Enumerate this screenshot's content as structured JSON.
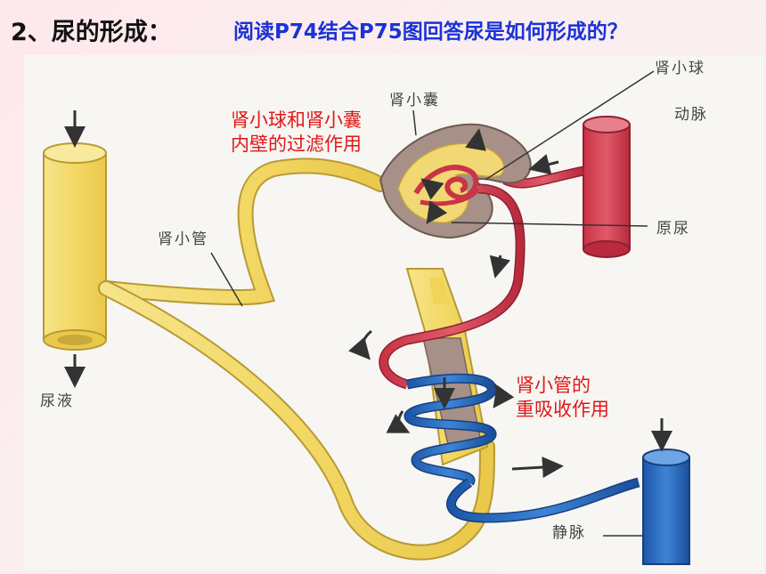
{
  "header": {
    "title": "2、尿的形成：",
    "question": "阅读P74结合P75图回答尿是如何形成的？"
  },
  "labels": {
    "glomerulus": "肾小球",
    "capsule": "肾小囊",
    "artery": "动脉",
    "primary_urine": "原尿",
    "tubule": "肾小管",
    "urine": "尿液",
    "vein": "静脉"
  },
  "notes": {
    "filtration_line1": "肾小球和肾小囊",
    "filtration_line2": "内壁的过滤作用",
    "reabsorption_line1": "肾小管的",
    "reabsorption_line2": "重吸收作用"
  },
  "colors": {
    "title_text": "#111111",
    "question_text": "#1a33d6",
    "note_text": "#e01818",
    "tubule_yellow": "#f3d865",
    "artery_red": "#d7485a",
    "vein_blue": "#2f6fc4",
    "capsule_gray": "#a69088"
  }
}
